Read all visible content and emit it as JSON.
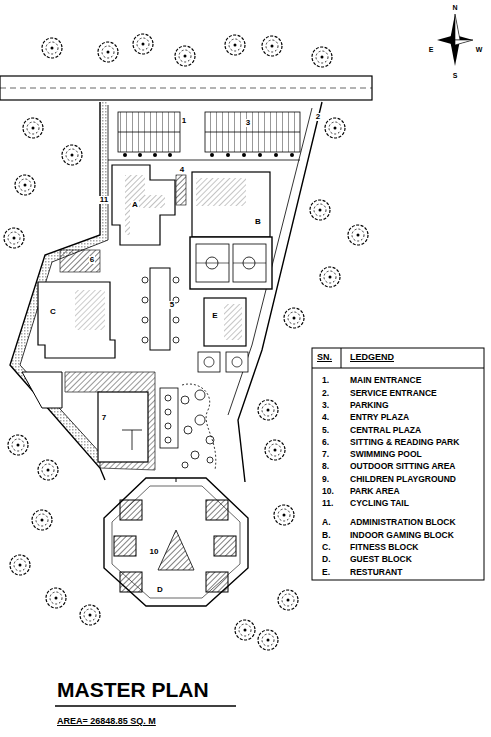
{
  "diagram": {
    "title": "MASTER PLAN",
    "caption": "AREA= 26848.85 SQ. M",
    "labels": [
      "N",
      "E",
      "W",
      "S",
      "1",
      "2",
      "3",
      "4",
      "A",
      "B",
      "11",
      "6",
      "C",
      "5",
      "E",
      "7",
      "10",
      "D",
      "SN.",
      "LEDGEND",
      "1.",
      "MAIN ENTRANCE",
      "2.",
      "SERVICE ENTRANCE",
      "3.",
      "PARKING",
      "4.",
      "ENTRY PLAZA",
      "5.",
      "CENTRAL PLAZA",
      "6.",
      "SITTING & READING PARK",
      "7.",
      "SWIMMING POOL",
      "8.",
      "OUTDOOR SITTING AREA",
      "9.",
      "CHILDREN PLAYGROUND",
      "10.",
      "PARK AREA",
      "11.",
      "CYCLING TAIL",
      "A.",
      "ADMINISTRATION BLOCK",
      "B.",
      "INDOOR GAMING BLOCK",
      "C.",
      "FITNESS BLOCK",
      "D.",
      "GUEST BLOCK",
      "E.",
      "RESTURANT"
    ]
  }
}
